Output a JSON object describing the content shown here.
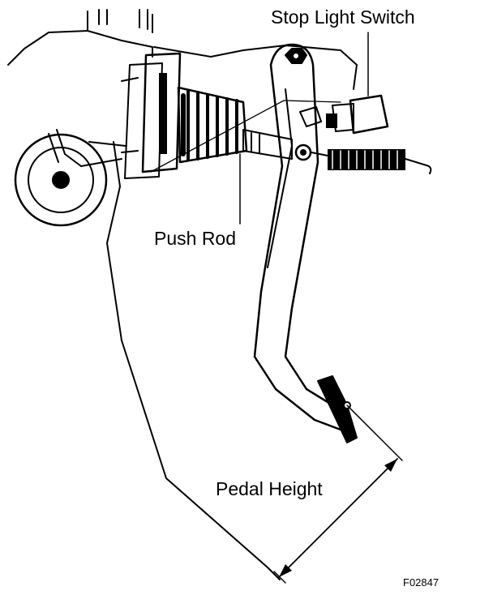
{
  "labels": {
    "stop_light_switch": "Stop Light Switch",
    "push_rod": "Push Rod",
    "pedal_height": "Pedal Height",
    "figure_code": "F02847"
  }
}
